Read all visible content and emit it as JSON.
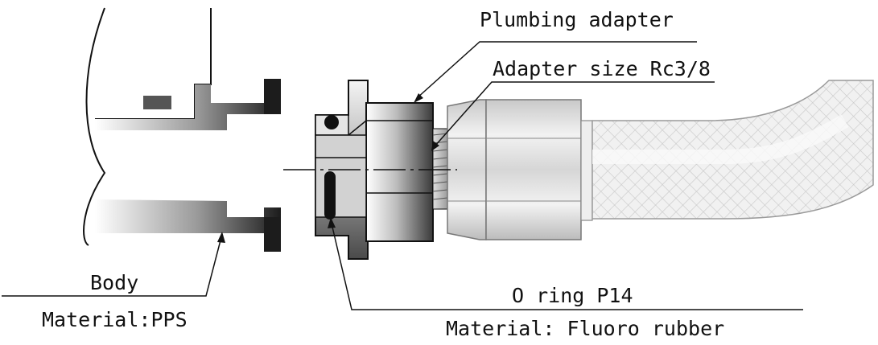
{
  "labels": {
    "plumbing_adapter": "Plumbing adapter",
    "adapter_size": "Adapter size Rc3/8",
    "body": "Body",
    "body_material": "Material:PPS",
    "o_ring": "O ring P14",
    "o_ring_material": "Material: Fluoro rubber"
  },
  "colors": {
    "line": "#111111",
    "dark": "#1a1a1a",
    "metal_light": "#e6e6e6",
    "metal_mid": "#bdbdbd",
    "hose": "#efefef"
  }
}
